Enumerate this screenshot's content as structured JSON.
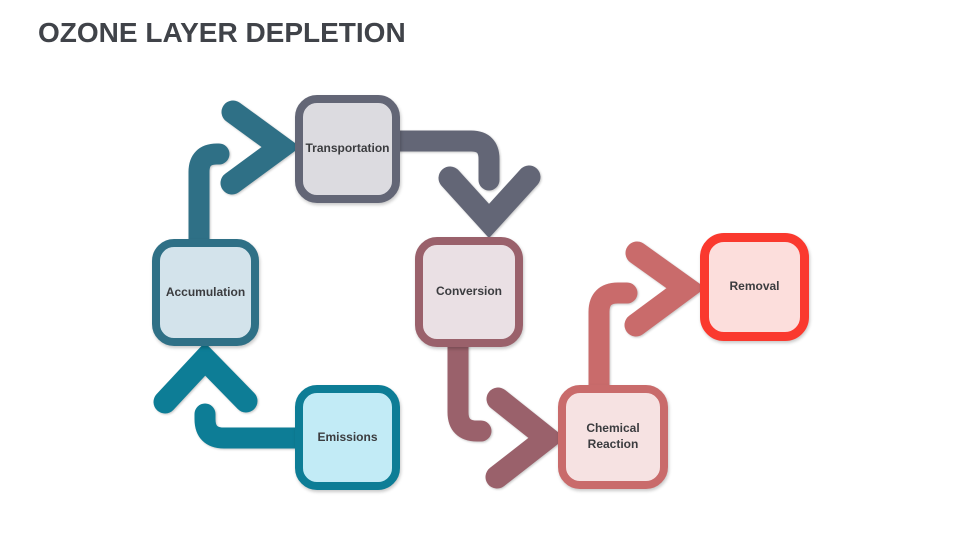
{
  "title": "OZONE LAYER DEPLETION",
  "title_color": "#404349",
  "background_color": "#ffffff",
  "label_text_color": "#3b3c3f",
  "boxes": [
    {
      "id": "transportation",
      "label": "Transportation",
      "border": "#636676",
      "fill": "#dcdbe0",
      "text_color": "#3b3c3f"
    },
    {
      "id": "accumulation",
      "label": "Accumulation",
      "border": "#2f7086",
      "fill": "#d3e3eb",
      "text_color": "#3b3c3f"
    },
    {
      "id": "emissions",
      "label": "Emissions",
      "border": "#0d7d96",
      "fill": "#c2ebf6",
      "text_color": "#3b3c3f"
    },
    {
      "id": "conversion",
      "label": "Conversion",
      "border": "#9a616b",
      "fill": "#eae0e4",
      "text_color": "#3b3c3f"
    },
    {
      "id": "chemical-reaction",
      "label": "Chemical Reaction",
      "border": "#c96b6b",
      "fill": "#f6e2e2",
      "text_color": "#3b3c3f"
    },
    {
      "id": "removal",
      "label": "Removal",
      "border": "#fa392e",
      "fill": "#fcdedc",
      "text_color": "#3b3c3f"
    }
  ],
  "arrows": [
    {
      "id": "accumulation-to-transportation",
      "from": "Accumulation",
      "to": "Transportation",
      "color": "#2f7086"
    },
    {
      "id": "transportation-to-conversion",
      "from": "Transportation",
      "to": "Conversion",
      "color": "#636676"
    },
    {
      "id": "emissions-to-accumulation",
      "from": "Emissions",
      "to": "Accumulation",
      "color": "#0d7d96"
    },
    {
      "id": "conversion-to-chemical-reaction",
      "from": "Conversion",
      "to": "Chemical Reaction",
      "color": "#9a616b"
    },
    {
      "id": "chemical-reaction-to-removal",
      "from": "Chemical Reaction",
      "to": "Removal",
      "color": "#c96b6b"
    }
  ]
}
